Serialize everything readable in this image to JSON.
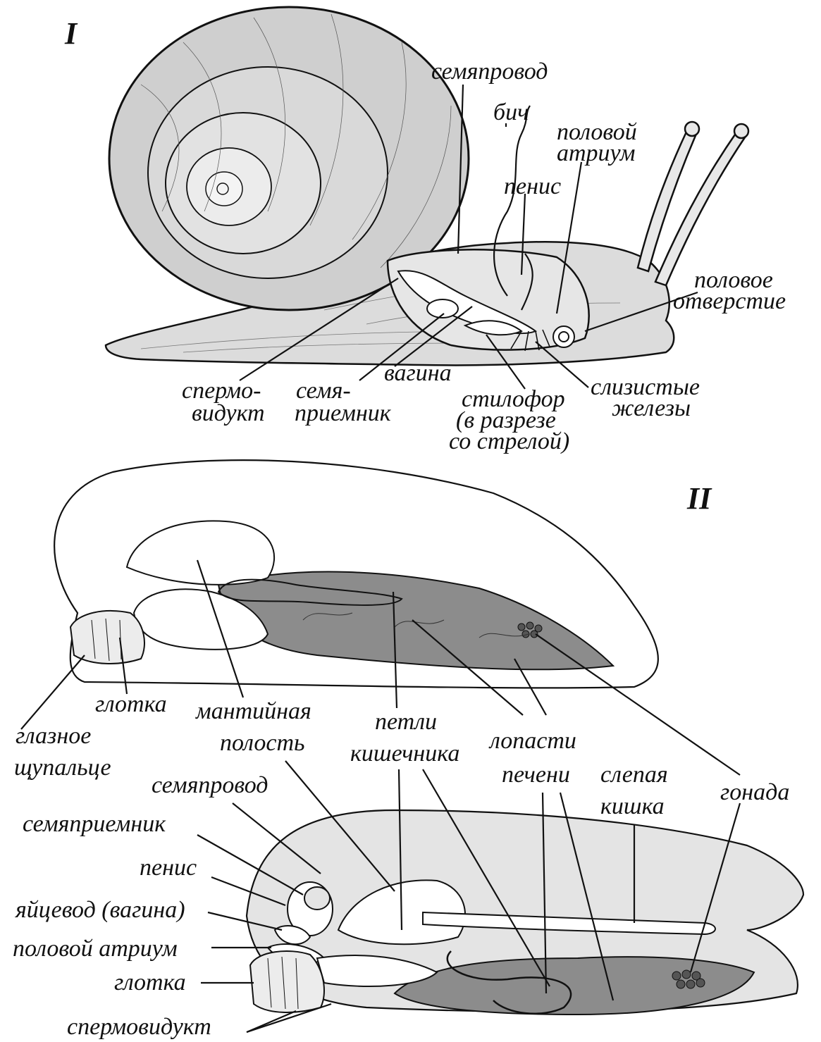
{
  "figure_I": {
    "numeral": "I",
    "labels": {
      "vas_deferens": "семяпровод",
      "flagellum": "бич",
      "genital_atrium_1": "половой",
      "genital_atrium_2": "атриум",
      "penis": "пенис",
      "genital_opening_1": "половое",
      "genital_opening_2": "отверстие",
      "spermoviduct_1": "спермо-",
      "spermoviduct_2": "видукт",
      "receptacle_1": "семя-",
      "receptacle_2": "приемник",
      "vagina": "вагина",
      "stylophore_1": "стилофор",
      "stylophore_2": "(в разрезе",
      "stylophore_3": "со стрелой)",
      "mucous_glands_1": "слизистые",
      "mucous_glands_2": "железы"
    }
  },
  "figure_II": {
    "numeral": "II",
    "labels": {
      "pharynx": "глотка",
      "eye_tentacle_1": "глазное",
      "eye_tentacle_2": "щупальце",
      "mantle_cavity_1": "мантийная",
      "mantle_cavity_2": "полость",
      "intestine_loops_1": "петли",
      "intestine_loops_2": "кишечника",
      "liver_lobes_1": "лопасти",
      "liver_lobes_2": "печени",
      "caecum_1": "слепая",
      "caecum_2": "кишка",
      "gonad": "гонада",
      "vas_deferens": "семяпровод",
      "receptacle": "семяприемник",
      "penis": "пенис",
      "oviduct": "яйцевод (вагина)",
      "genital_atrium": "половой атриум",
      "pharynx_2": "глотка",
      "spermoviduct": "спермовидукт"
    }
  },
  "colors": {
    "ink": "#111111",
    "organ_dark_gray": "#8c8c8c",
    "body_light_gray": "#e4e4e4",
    "organ_white": "#ffffff"
  }
}
